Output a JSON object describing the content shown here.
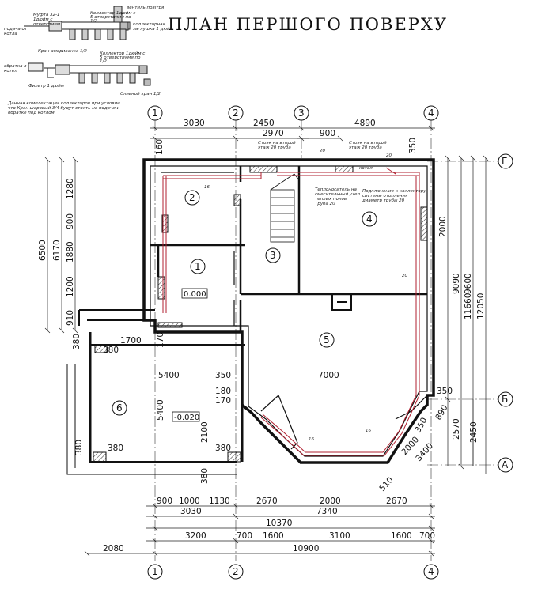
{
  "title": "ПЛАН ПЕРШОГО ПОВЕРХУ",
  "axes": {
    "a1": "1",
    "a2": "2",
    "a3": "3",
    "a4": "4",
    "aG": "Г",
    "aB": "Б",
    "aA": "А"
  },
  "rooms": {
    "r1": "1",
    "r2": "2",
    "r3": "3",
    "r4": "4",
    "r5": "5",
    "r6": "6"
  },
  "levels": {
    "l1": "0.000",
    "l2": "-0.020"
  },
  "dims": {
    "d3030": "3030",
    "d2450": "2450",
    "d4890": "4890",
    "d2970": "2970",
    "d900t": "900",
    "d350a": "350",
    "d160": "160",
    "d1280": "1280",
    "d900": "900",
    "d1880": "1880",
    "d6500": "6500",
    "d6170": "6170",
    "d1200": "1200",
    "d910": "910",
    "d380a": "380",
    "d380b": "380",
    "d1700": "1700",
    "d170a": "170",
    "d5400h": "5400",
    "d350b": "350",
    "d7000": "7000",
    "d180": "180",
    "d170b": "170",
    "d5400v": "5400",
    "d2100": "2100",
    "d380c": "380",
    "d380d": "380",
    "d380e": "380",
    "d2000a": "2000",
    "d9090": "9090",
    "d9600": "9600",
    "d11660": "11660",
    "d12050": "12050",
    "d350c": "350",
    "d2570": "2570",
    "d2450v": "2450",
    "d890": "890",
    "d350d": "350",
    "d2000b": "2000",
    "d3400": "3400",
    "d510": "510",
    "b900": "900",
    "b1000": "1000",
    "b1130": "1130",
    "b2670a": "2670",
    "b2000": "2000",
    "b2670b": "2670",
    "b3030": "3030",
    "b7340": "7340",
    "b10370": "10370",
    "b3200": "3200",
    "b700a": "700",
    "b1600a": "1600",
    "b3100": "3100",
    "b1600b": "1600",
    "b700b": "700",
    "b10900": "10900",
    "b2080": "2080"
  },
  "pipes": {
    "p16a": "16",
    "p20a": "20",
    "p20b": "20",
    "p20c": "20",
    "p16b": "16",
    "p16c": "16"
  },
  "notes": {
    "vent": "вентиль повітря",
    "mufta1": "Муфта 32-1",
    "mufta2": "1дюйм с",
    "mufta3": "отверстием",
    "podacha1": "подача от",
    "podacha2": "котла",
    "kol1a": "Коллектор 1дюйм с",
    "kol1b": "5 отверстиями по",
    "kol1c": "1/2",
    "zagl1": "коллекторная",
    "zagl2": "заглушка 1 дюйм",
    "kran": "Кран-американка 1/2",
    "kol2a": "Коллектор 1дюйм с",
    "kol2b": "5 отверстиями по",
    "kol2c": "1/2",
    "obratka1": "обратка в",
    "obratka2": "котел",
    "filtr": "Фильтр 1 дюйм",
    "slivnoy": "Сливной кран 1/2",
    "desc1": "Данная комплектация коллекторов при условии",
    "desc2": "что Кран шаровый 3/4 будут стоять на подачи и",
    "desc3": "обратке под котлом",
    "stoyak1a": "Стояк на второй",
    "stoyak1b": "этаж 20 труба",
    "stoyak2a": "Стояк на второй",
    "stoyak2b": "этаж 20 труба",
    "tepl1": "Теплоноситель на",
    "tepl2": "смесительный узел",
    "tepl3": "теплых полов",
    "tepl4": "Труба 20",
    "podk1": "Подключение к коллектору",
    "podk2": "системы отопления",
    "podk3": "диаметр трубы 20",
    "kotel": "котел"
  }
}
